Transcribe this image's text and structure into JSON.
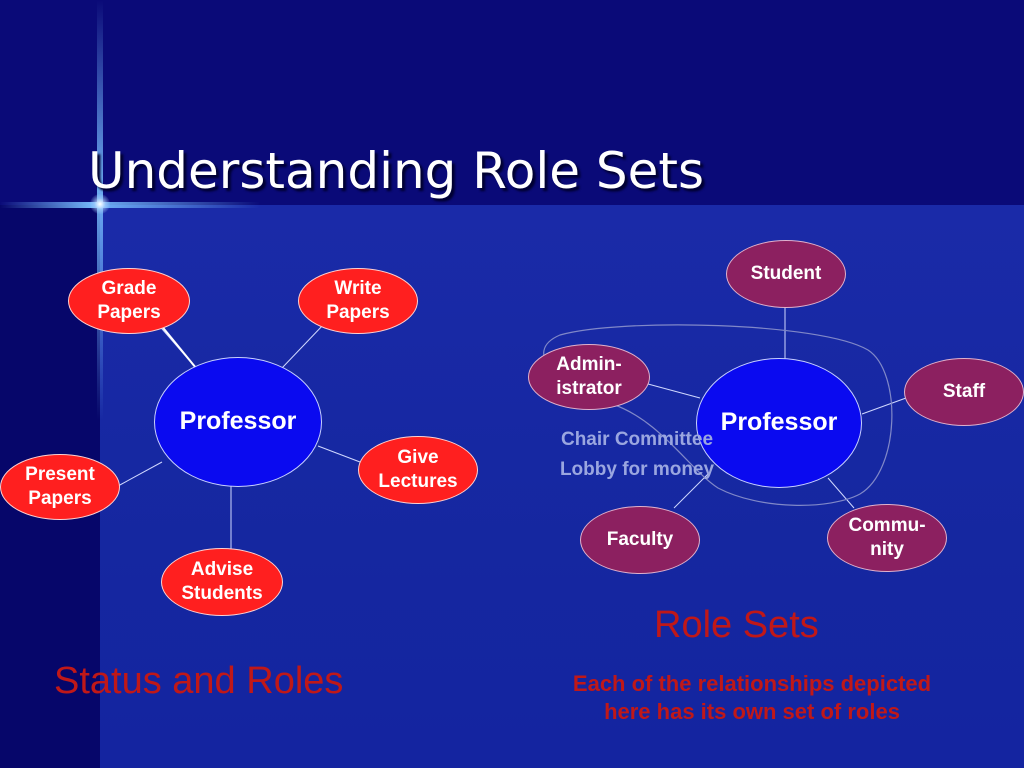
{
  "slide": {
    "title": "Understanding Role Sets"
  },
  "left_diagram": {
    "center": "Professor",
    "roles": {
      "grade_papers": [
        "Grade",
        "Papers"
      ],
      "write_papers": [
        "Write",
        "Papers"
      ],
      "present_papers": [
        "Present",
        "Papers"
      ],
      "give_lectures": [
        "Give",
        "Lectures"
      ],
      "advise_students": [
        "Advise",
        "Students"
      ]
    },
    "caption": "Status and Roles"
  },
  "right_diagram": {
    "center": "Professor",
    "roles": {
      "student": "Student",
      "administrator": [
        "Admin-",
        "istrator"
      ],
      "staff": "Staff",
      "faculty": "Faculty",
      "community": [
        "Commu-",
        "nity"
      ]
    },
    "chair_note": [
      "Chair Committee",
      "Lobby for money"
    ],
    "caption": "Role Sets",
    "description": [
      "Each of the relationships depicted",
      "here has its own set of roles"
    ]
  },
  "colors": {
    "background": "#0c0c7a",
    "status_node": "#0a0af0",
    "role_node_left": "#ff1f1f",
    "role_node_right": "#8c2060",
    "caption": "#c01818"
  }
}
